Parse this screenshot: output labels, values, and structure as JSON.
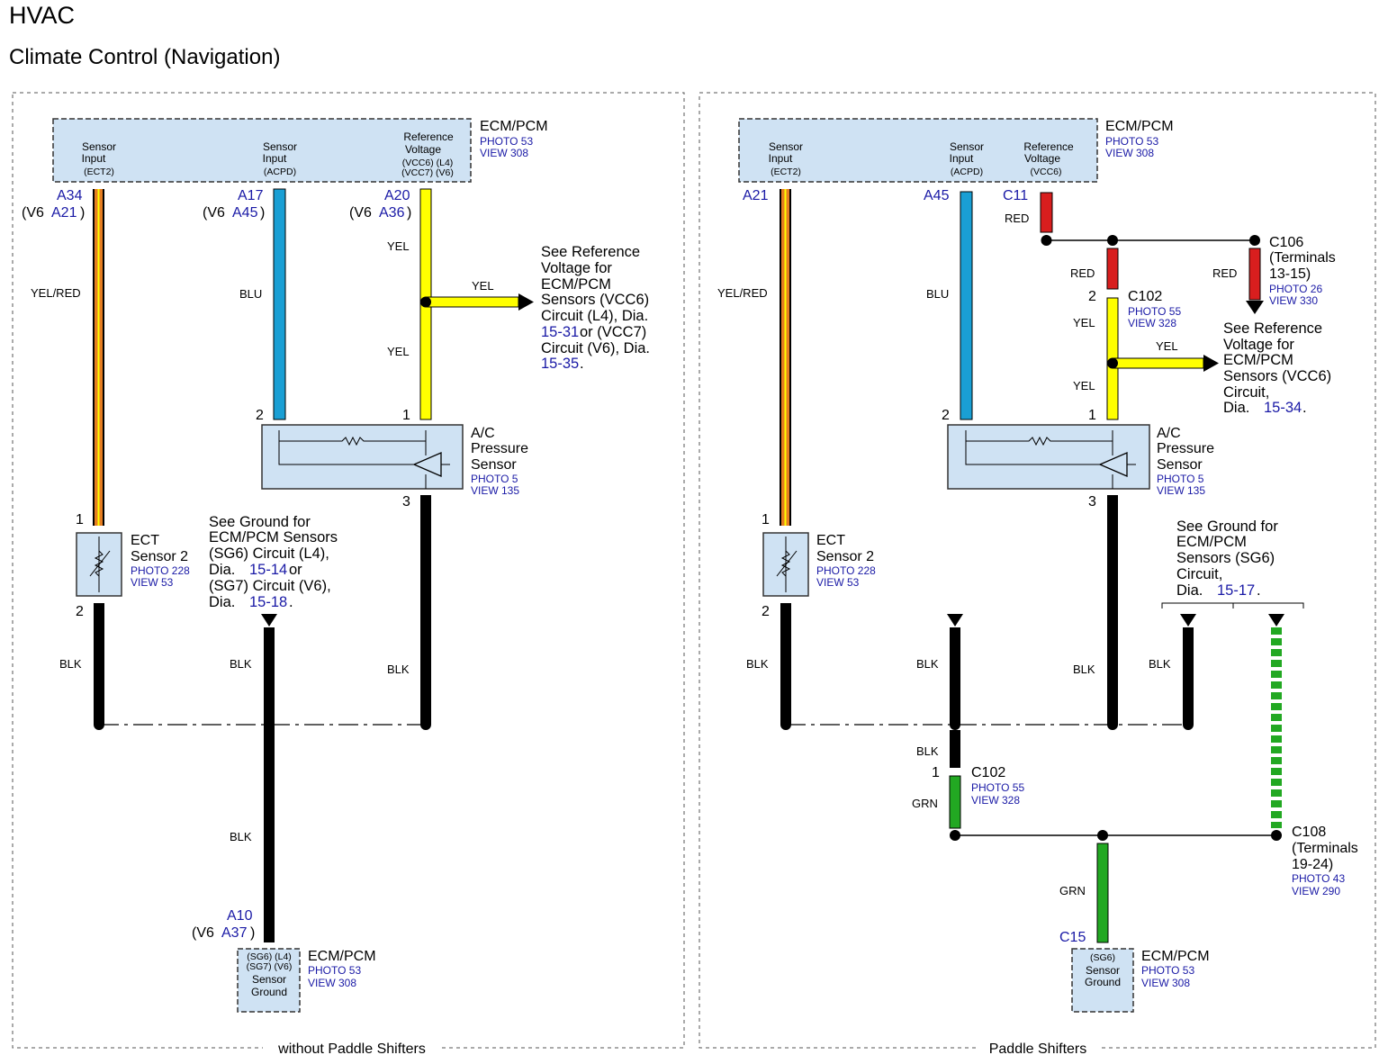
{
  "header": {
    "title": "HVAC",
    "subtitle": "Climate Control (Navigation)"
  },
  "left": {
    "caption": "without Paddle Shifters",
    "ecm_top": {
      "name": "ECM/PCM",
      "photo": "PHOTO 53",
      "view": "VIEW 308",
      "t1a": "Sensor",
      "t1b": "Input",
      "t1c": "(ECT2)",
      "t2a": "Sensor",
      "t2b": "Input",
      "t2c": "(ACPD)",
      "t3a": "Reference",
      "t3b": "Voltage",
      "t3c": "(VCC6) (L4)",
      "t3d": "(VCC7) (V6)"
    },
    "pins": {
      "a34": "A34",
      "v6_open": "(V6",
      "a21": "A21",
      "close": ")",
      "a17": "A17",
      "a45": "A45",
      "a20": "A20",
      "a36": "A36",
      "p2": "2",
      "p1": "1",
      "p3": "3",
      "e1": "1",
      "e2": "2",
      "a10": "A10",
      "a37": "A37"
    },
    "wires": {
      "yelred": "YEL/RED",
      "blu": "BLU",
      "yel1": "YEL",
      "yel2": "YEL",
      "yel3": "YEL",
      "blk1": "BLK",
      "blk2": "BLK",
      "blk3": "BLK",
      "blk4": "BLK"
    },
    "ref_note": {
      "l1": "See Reference",
      "l2": "Voltage for",
      "l3": "ECM/PCM",
      "l4": "Sensors (VCC6)",
      "l5": "Circuit (L4),  Dia.",
      "l6_link": "15-31",
      "l6_rest": " or (VCC7)",
      "l7": "Circuit (V6),  Dia.",
      "l8_link": "15-35",
      "l8_rest": "."
    },
    "ac_sensor": {
      "l1": "A/C",
      "l2": "Pressure",
      "l3": "Sensor",
      "photo": "PHOTO 5",
      "view": "VIEW 135"
    },
    "ect": {
      "l1": "ECT",
      "l2": "Sensor 2",
      "photo": "PHOTO 228",
      "view": "VIEW 53"
    },
    "gnd_note": {
      "l1": "See Ground for",
      "l2": "ECM/PCM Sensors",
      "l3": "(SG6) Circuit (L4),",
      "l4": " Dia.  ",
      "l4_link": "15-14",
      "l4_rest": " or",
      "l5": "(SG7) Circuit (V6),",
      "l6": " Dia.  ",
      "l6_link": "15-18",
      "l6_rest": "."
    },
    "ecm_bottom": {
      "name": "ECM/PCM",
      "photo": "PHOTO 53",
      "view": "VIEW 308",
      "t1": "(SG6) (L4)",
      "t2": "(SG7) (V6)",
      "t3": "Sensor",
      "t4": "Ground"
    }
  },
  "right": {
    "caption": "Paddle Shifters",
    "ecm_top": {
      "name": "ECM/PCM",
      "photo": "PHOTO 53",
      "view": "VIEW 308",
      "t1a": "Sensor",
      "t1b": "Input",
      "t1c": "(ECT2)",
      "t2a": "Sensor",
      "t2b": "Input",
      "t2c": "(ACPD)",
      "t3a": "Reference",
      "t3b": "Voltage",
      "t3c": "(VCC6)"
    },
    "pins": {
      "a21": "A21",
      "a45": "A45",
      "c11": "C11",
      "p2": "2",
      "p1": "1",
      "p3": "3",
      "e1": "1",
      "e2": "2",
      "c102_2": "2",
      "c102_1": "1",
      "c15": "C15"
    },
    "wires": {
      "yelred": "YEL/RED",
      "blu": "BLU",
      "red1": "RED",
      "red2": "RED",
      "red3": "RED",
      "yel1": "YEL",
      "yel2": "YEL",
      "yel3": "YEL",
      "blk1": "BLK",
      "blk2": "BLK",
      "blk3": "BLK",
      "blk4": "BLK",
      "blk5": "BLK",
      "grn1": "GRN",
      "grn2": "GRN"
    },
    "c106": {
      "name": "C106",
      "l2": "(Terminals",
      "l3": "13-15)",
      "photo": "PHOTO 26",
      "view": "VIEW 330"
    },
    "c102a": {
      "name": "C102",
      "photo": "PHOTO 55",
      "view": "VIEW 328"
    },
    "c102b": {
      "name": "C102",
      "photo": "PHOTO 55",
      "view": "VIEW 328"
    },
    "c108": {
      "name": "C108",
      "l2": "(Terminals",
      "l3": "19-24)",
      "photo": "PHOTO 43",
      "view": "VIEW 290"
    },
    "ref_note": {
      "l1": "See Reference",
      "l2": "Voltage for",
      "l3": "ECM/PCM",
      "l4": "Sensors (VCC6)",
      "l5": "Circuit,",
      "l6": " Dia.  ",
      "l6_link": "15-34",
      "l6_rest": "."
    },
    "ac_sensor": {
      "l1": "A/C",
      "l2": "Pressure",
      "l3": "Sensor",
      "photo": "PHOTO 5",
      "view": "VIEW 135"
    },
    "ect": {
      "l1": "ECT",
      "l2": "Sensor 2",
      "photo": "PHOTO 228",
      "view": "VIEW 53"
    },
    "gnd_note": {
      "l1": "See Ground for",
      "l2": "ECM/PCM",
      "l3": "Sensors (SG6)",
      "l4": "Circuit,",
      "l5": " Dia.  ",
      "l5_link": "15-17",
      "l5_rest": "."
    },
    "ecm_bottom": {
      "name": "ECM/PCM",
      "photo": "PHOTO 53",
      "view": "VIEW 308",
      "t1": "(SG6)",
      "t2": "Sensor",
      "t3": "Ground"
    }
  },
  "colors": {
    "component_fill": "#cfe2f3",
    "link": "#1a1aa6",
    "yel": "#ffff00",
    "blu": "#1a9fd4",
    "red": "#d81e1e",
    "grn": "#22a822",
    "blk": "#000000"
  }
}
